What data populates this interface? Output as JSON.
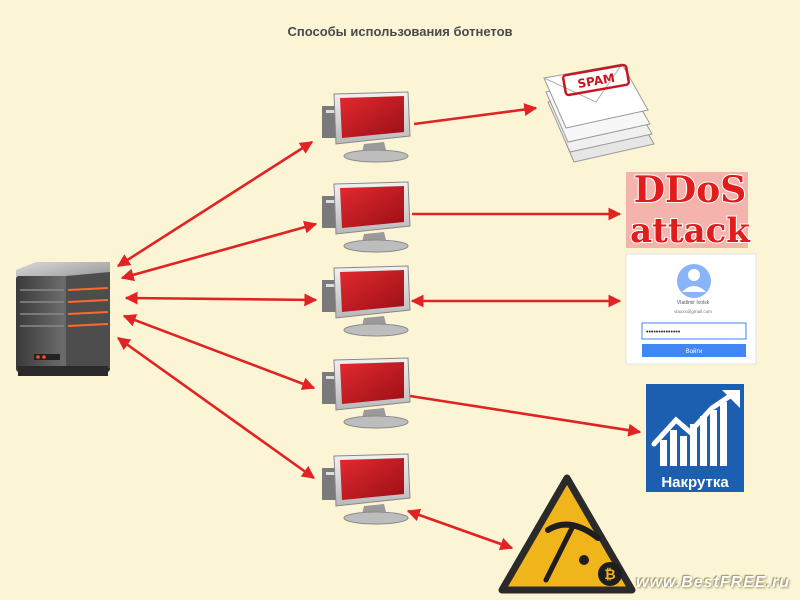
{
  "title": "Способы использования ботнетов",
  "spam": {
    "stamp": "SPAM"
  },
  "ddos": {
    "line1": "DDoS",
    "line2": "attack"
  },
  "login": {
    "name": "Vladimir Ivolsk",
    "email": "vlaoxx@gmail.com",
    "password": "••••••••••••••",
    "button": "Войти"
  },
  "nakrutka": {
    "label": "Накрутка"
  },
  "watermark": "www.BestFREE.ru",
  "colors": {
    "background": "#fbf5d6",
    "arrow": "#e02424",
    "monitor_screen": "#c8161f",
    "nakrutka_tile": "#1c5fb0",
    "mining_sign": "#f1b51c"
  }
}
